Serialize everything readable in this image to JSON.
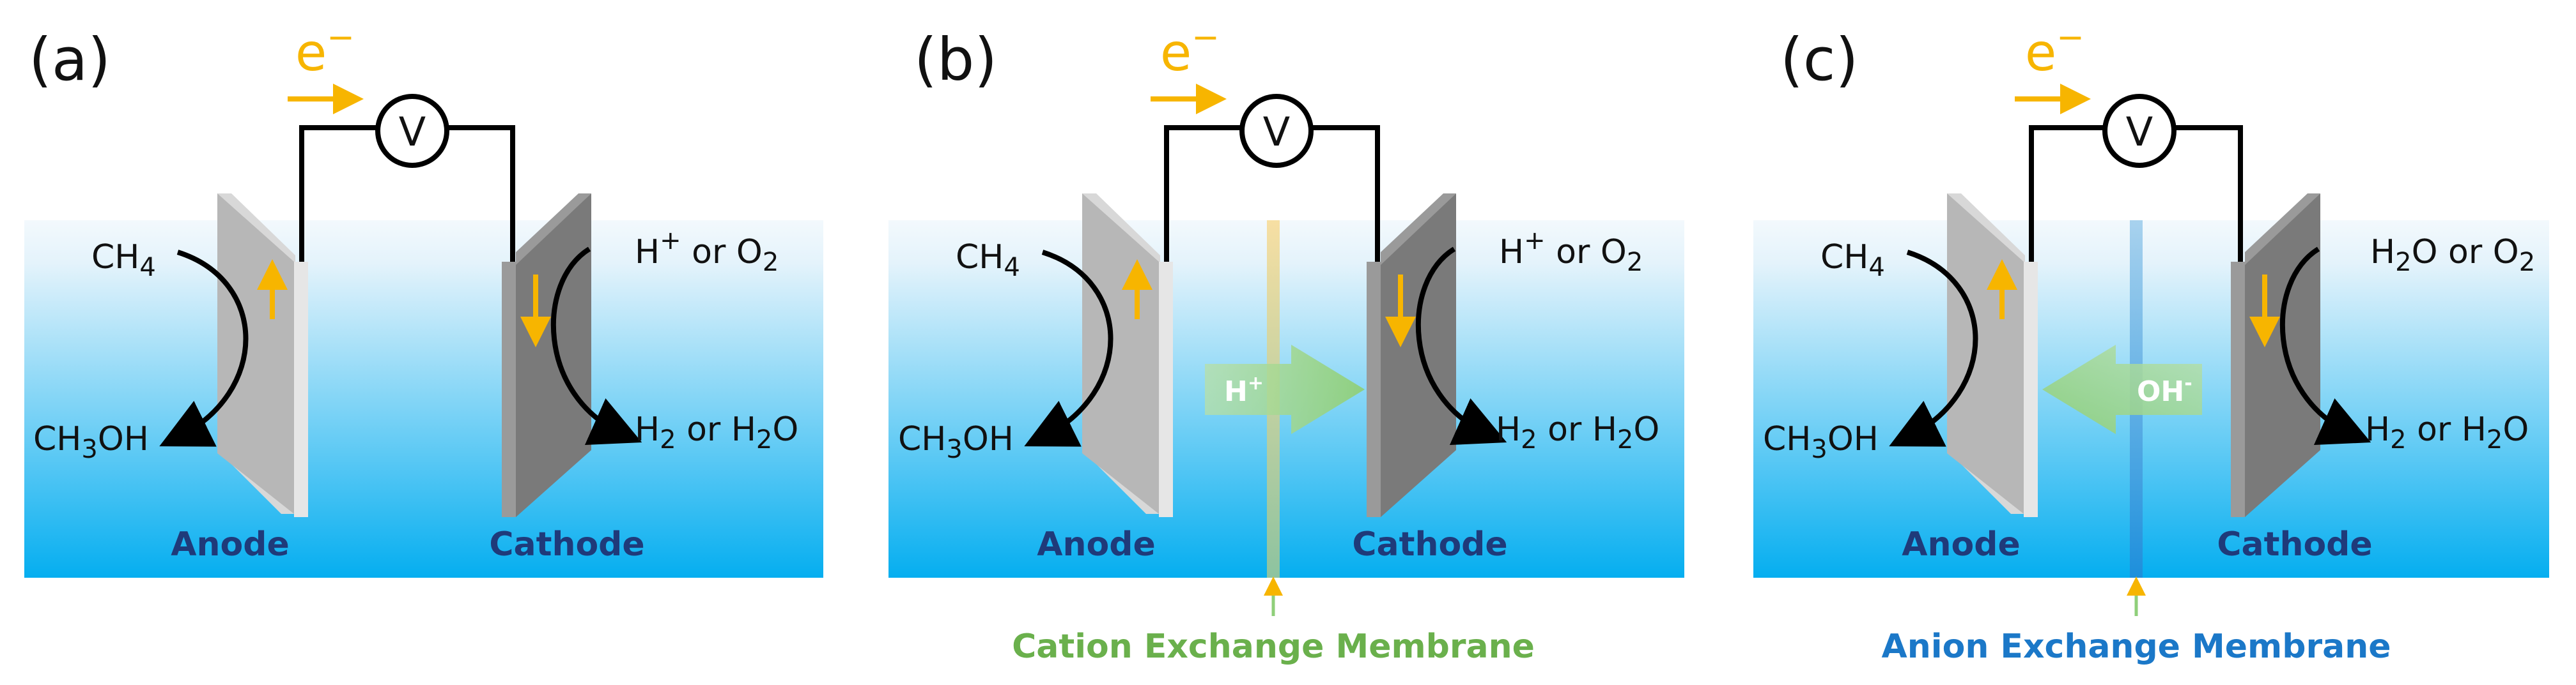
{
  "colors": {
    "water_top": "#f2f8fc",
    "water_bottom": "#04aef0",
    "electron": "#f7b500",
    "electrode_label": "#1f3a7a",
    "anode_light": "#bdbdbd",
    "anode_dark": "#9e9e9e",
    "cathode_light": "#8f8f8f",
    "cathode_dark": "#6e6e6e",
    "cation_membrane": "#f5d78a",
    "cation_label": "#6ab04c",
    "anion_membrane": "#4ea3dc",
    "anion_label": "#1b78c8",
    "ion_arrow": "#8fcf7a"
  },
  "electron": {
    "symbol": "e",
    "charge": "−"
  },
  "voltmeter": {
    "symbol": "V"
  },
  "panels": [
    {
      "label": "(a)",
      "anode_in": {
        "base": "CH",
        "sub": "4"
      },
      "anode_out": {
        "a": "CH",
        "sub": "3",
        "b": "OH"
      },
      "cathode_in": {
        "a": "H",
        "sup": "+",
        "b": " or O",
        "sub": "2"
      },
      "cathode_out": {
        "a": "H",
        "sub1": "2",
        "b": " or H",
        "sub2": "2",
        "c": "O"
      },
      "anode_label": "Anode",
      "cathode_label": "Cathode"
    },
    {
      "label": "(b)",
      "anode_in": {
        "base": "CH",
        "sub": "4"
      },
      "anode_out": {
        "a": "CH",
        "sub": "3",
        "b": "OH"
      },
      "cathode_in": {
        "a": "H",
        "sup": "+",
        "b": " or O",
        "sub": "2"
      },
      "cathode_out": {
        "a": "H",
        "sub1": "2",
        "b": " or H",
        "sub2": "2",
        "c": "O"
      },
      "anode_label": "Anode",
      "cathode_label": "Cathode",
      "ion": {
        "a": "H",
        "sup": "+",
        "direction": "right"
      },
      "membrane_label": "Cation Exchange Membrane"
    },
    {
      "label": "(c)",
      "anode_in": {
        "base": "CH",
        "sub": "4"
      },
      "anode_out": {
        "a": "CH",
        "sub": "3",
        "b": "OH"
      },
      "cathode_in": {
        "a": "H",
        "sub": "2",
        "b": "O or O",
        "sub2": "2"
      },
      "cathode_out": {
        "a": "H",
        "sub1": "2",
        "b": " or H",
        "sub2": "2",
        "c": "O"
      },
      "anode_label": "Anode",
      "cathode_label": "Cathode",
      "ion": {
        "a": "OH",
        "sup": "-",
        "direction": "left"
      },
      "membrane_label": "Anion Exchange Membrane"
    }
  ]
}
